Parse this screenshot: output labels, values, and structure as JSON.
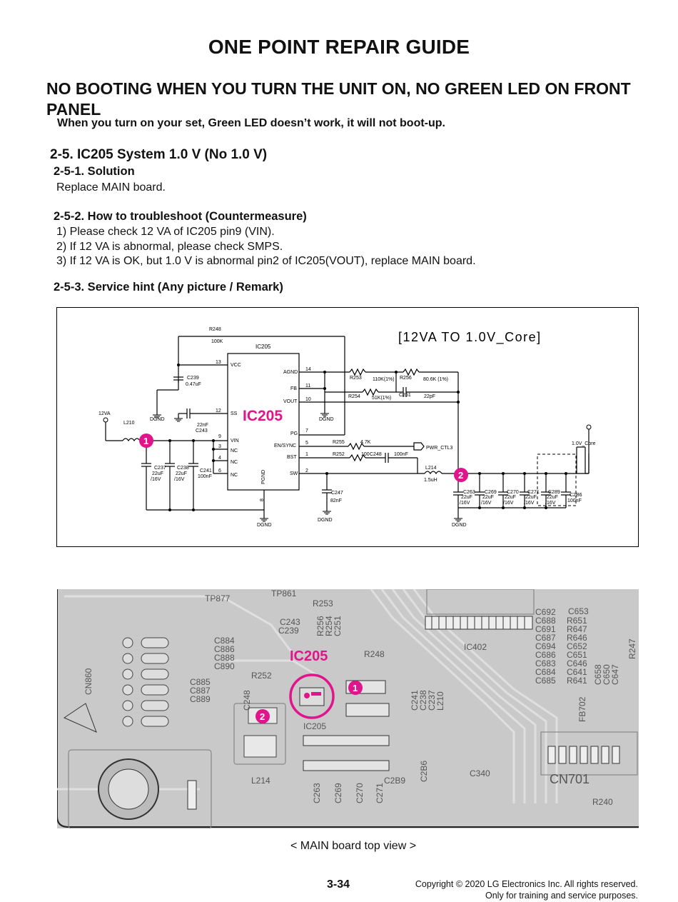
{
  "page": {
    "title": "ONE POINT REPAIR GUIDE",
    "problem_title": "NO BOOTING WHEN YOU TURN THE UNIT ON, NO GREEN LED ON FRONT PANEL",
    "problem_description": "When you turn on your set, Green LED doesn’t work, it will not boot-up.",
    "section_title": "2-5. IC205 System 1.0 V (No 1.0 V)",
    "solution": {
      "heading": "2-5-1. Solution",
      "text": "Replace MAIN board."
    },
    "troubleshoot": {
      "heading": "2-5-2. How to troubleshoot (Countermeasure)",
      "steps": [
        "1) Please check 12 VA of IC205 pin9 (VIN).",
        "2) If 12 VA is abnormal, please check SMPS.",
        "3) If 12 VA is OK, but 1.0 V is abnormal pin2 of IC205(VOUT), replace MAIN board."
      ]
    },
    "service_hint": {
      "heading": "2-5-3. Service hint (Any picture / Remark)"
    },
    "pcb_caption": "< MAIN board top view >",
    "page_number": "3-34",
    "copyright_line1": "Copyright © 2020 LG Electronics Inc. All rights reserved.",
    "copyright_line2": "Only for training and service purposes."
  },
  "schematic": {
    "title": "[12VA TO 1.0V_Core]",
    "ic_name": "IC205",
    "ic_label_small": "IC205",
    "accent_color": "#e0158c",
    "markers": [
      "1",
      "2"
    ],
    "pins_left": [
      {
        "num": "13",
        "name": "VCC"
      },
      {
        "num": "12",
        "name": "SS"
      },
      {
        "num": "9",
        "name": "VIN"
      },
      {
        "num": "3",
        "name": "NC"
      },
      {
        "num": "4",
        "name": "NC"
      },
      {
        "num": "6",
        "name": "NC"
      }
    ],
    "pins_right": [
      {
        "num": "14",
        "name": "AGND"
      },
      {
        "num": "11",
        "name": "FB"
      },
      {
        "num": "10",
        "name": "VOUT"
      },
      {
        "num": "7",
        "name": "PG"
      },
      {
        "num": "5",
        "name": "EN/SYNC"
      },
      {
        "num": "1",
        "name": "BST"
      },
      {
        "num": "2",
        "name": "SW"
      }
    ],
    "pin_bottom": {
      "num": "8",
      "name": "PGND"
    },
    "components": {
      "r248": "R248",
      "r248_val": "100K",
      "c239": "C239",
      "c239_val": "0.47uF",
      "c243_val": "22nF",
      "c243": "C243",
      "l210": "L210",
      "supply": "12VA",
      "c237": "C237",
      "c237_val": "22uF",
      "c237_v": "/16V",
      "c238": "C238",
      "c238_val": "22uF",
      "c238_v": "/16V",
      "c241": "C241",
      "c241_val": "100nF",
      "r253": "R253",
      "r253_val": "110K(1%)",
      "r256": "R256",
      "r256_val": "80.6K (1%)",
      "r254": "R254",
      "r254_val": "51K(1%)",
      "c251": "C251",
      "c251_val": "22pF",
      "r255": "R255",
      "r255_val": "4.7K",
      "r252": "R252",
      "r252_val": "100",
      "c248": "C248",
      "c248_val": "100nF",
      "pwr_ctl": "PWR_CTL3",
      "l214": "L214",
      "l214_val": "1.5uH",
      "c247": "C247",
      "c247_val": "82nF",
      "out_caps": [
        {
          "ref": "C263",
          "val": "22uF",
          "v": "/16V"
        },
        {
          "ref": "C269",
          "val": "22uF",
          "v": "/16V"
        },
        {
          "ref": "C270",
          "val": "22uF",
          "v": "/16V"
        },
        {
          "ref": "C271",
          "val": "22uF",
          "v": "/16V"
        },
        {
          "ref": "C289",
          "val": "22uF",
          "v": "/16V"
        },
        {
          "ref": "C2B6",
          "val": "100nF",
          "v": ""
        }
      ],
      "output": "1.0V_Core",
      "dgnd": "DGND"
    }
  },
  "pcb": {
    "labels": {
      "tp877": "TP877",
      "tp861": "TP861",
      "cn860": "CN860",
      "c884": "C884",
      "c886": "C886",
      "c888": "C888",
      "c890": "C890",
      "c885": "C885",
      "c887": "C887",
      "c889": "C889",
      "c243": "C243",
      "c239": "C239",
      "r253": "R253",
      "r256": "R256",
      "r254": "R254",
      "c251": "C251",
      "ic205": "IC205",
      "r248": "R248",
      "r252": "R252",
      "c248": "C248",
      "ic205_small": "IC205",
      "l214": "L214",
      "c241": "C241",
      "c238": "C238",
      "c237": "C237",
      "l210": "L210",
      "c263": "C263",
      "c269": "C269",
      "c270": "C270",
      "c271": "C271",
      "c2b9": "C2B9",
      "c2b6": "C2B6",
      "c340": "C340",
      "ic402": "IC402",
      "cn701": "CN701",
      "r240": "R240",
      "fb702": "FB702",
      "c653": "C653",
      "c692": "C692",
      "r651": "R651",
      "c688": "C688",
      "r647": "R647",
      "c691": "C691",
      "r646": "R646",
      "c687": "C687",
      "c652": "C652",
      "c694": "C694",
      "c651": "C651",
      "c686": "C686",
      "c646": "C646",
      "c683": "C683",
      "c641": "C641",
      "c684": "C684",
      "r641": "R641",
      "c685": "C685",
      "c658": "C658",
      "c650": "C650",
      "c647": "C647",
      "r247": "R247"
    }
  }
}
